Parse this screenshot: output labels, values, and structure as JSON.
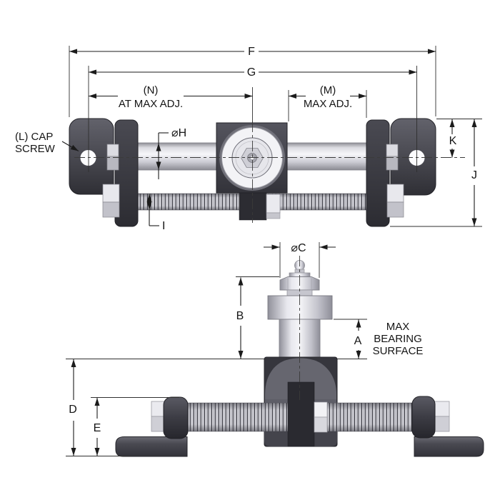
{
  "drawing": {
    "type": "technical-dimension-drawing",
    "subject": "adjustable roller bracket assembly, two orthographic views",
    "background": "#ffffff",
    "line_color": "#1b1b1b",
    "part_dark": "#45454c",
    "part_light": "#e9e9ee"
  },
  "top_view": {
    "dim_f": "F",
    "dim_g": "G",
    "dim_n_line1": "(N)",
    "dim_n_line2": "AT MAX ADJ.",
    "dim_m_line1": "(M)",
    "dim_m_line2": "MAX ADJ.",
    "cap_screw_line1": "(L) CAP",
    "cap_screw_line2": "SCREW",
    "dim_h": "⌀H",
    "dim_k": "K",
    "dim_j": "J",
    "dim_i": "I"
  },
  "bottom_view": {
    "dim_c": "⌀C",
    "dim_b": "B",
    "dim_a": "A",
    "dim_d": "D",
    "dim_e": "E",
    "note_line1": "MAX",
    "note_line2": "BEARING",
    "note_line3": "SURFACE"
  }
}
